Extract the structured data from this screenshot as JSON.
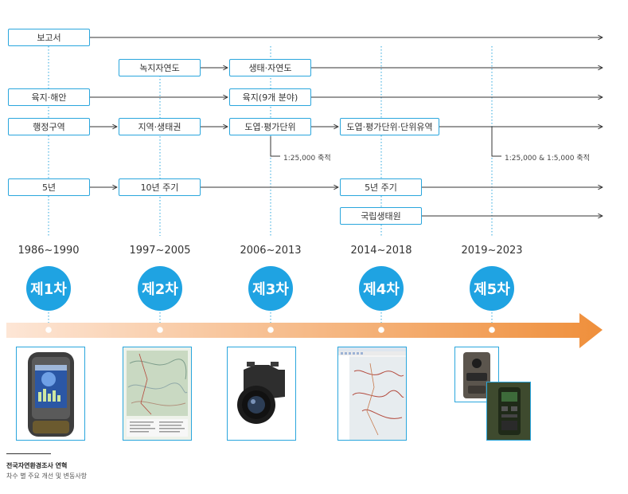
{
  "boxes": {
    "report": "보고서",
    "green": "녹지자연도",
    "eco": "생태·자연도",
    "land_coast": "육지·해안",
    "land9": "육지(9개 분야)",
    "admin": "행정구역",
    "region": "지역·생태권",
    "grid_eval": "도엽·평가단위",
    "grid_eval_basin": "도엽·평가단위·단위유역",
    "cycle5": "5년",
    "cycle10": "10년 주기",
    "cycle5b": "5년 주기",
    "nie": "국립생태원"
  },
  "notes": {
    "scale1": "1:25,000 축적",
    "scale2": "1:25,000 & 1:5,000 축적"
  },
  "phases": [
    {
      "years": "1986~1990",
      "label": "제1차"
    },
    {
      "years": "1997~2005",
      "label": "제2차"
    },
    {
      "years": "2006~2013",
      "label": "제3차"
    },
    {
      "years": "2014~2018",
      "label": "제4차"
    },
    {
      "years": "2019~2023",
      "label": "제5차"
    }
  ],
  "icons": [
    "gps-device-icon",
    "paper-map-icon",
    "camera-icon",
    "gis-software-icon",
    "trail-camera-icon"
  ],
  "colors": {
    "accent": "#1fa3e2",
    "box_border": "#2aa6dd",
    "arrow_start": "#fde6d6",
    "arrow_end": "#ef8f3b"
  },
  "caption": {
    "title": "전국자연환경조사 연혁",
    "subtitle": "차수 별 주요 개선 및 변동사항"
  }
}
